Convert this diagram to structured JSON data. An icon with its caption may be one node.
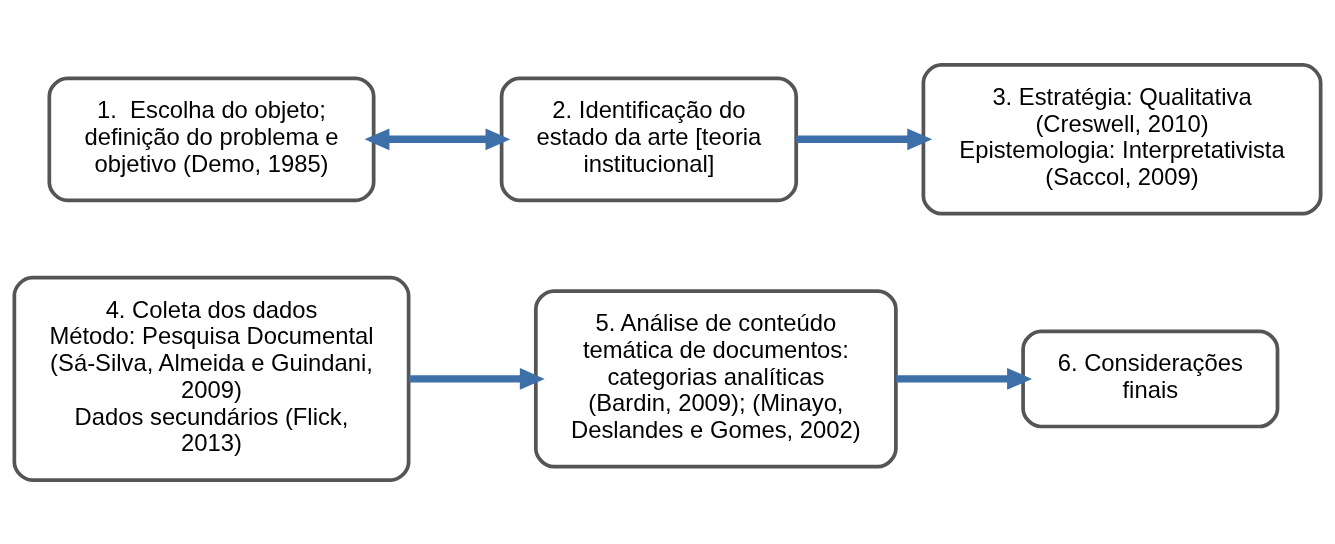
{
  "diagram": {
    "nodes": [
      {
        "text": [
          "1.  Escolha do objeto; definição do problema e objetivo (Demo, 1985)"
        ]
      },
      {
        "text": [
          "2. Identificação do estado da arte [teoria institucional]"
        ]
      },
      {
        "text": [
          "3. Estratégia: Qualitativa (Creswell, 2010)",
          "Epistemologia: Interpretativista (Saccol, 2009)"
        ]
      },
      {
        "text": [
          "4. Coleta dos dados",
          "Método: Pesquisa Documental (Sá-Silva, Almeida e Guindani, 2009)",
          "Dados secundários (Flick, 2013)"
        ]
      },
      {
        "text": [
          "5. Análise de conteúdo temática de documentos: categorias analíticas (Bardin, 2009); (Minayo, Deslandes e Gomes, 2002)"
        ]
      },
      {
        "text": [
          "6. Considerações finais"
        ]
      }
    ],
    "edges": [
      {
        "from": 0,
        "to": 1,
        "arrow": "both"
      },
      {
        "from": 1,
        "to": 2,
        "arrow": "to"
      },
      {
        "from": 3,
        "to": 4,
        "arrow": "to"
      },
      {
        "from": 4,
        "to": 5,
        "arrow": "to"
      }
    ]
  }
}
